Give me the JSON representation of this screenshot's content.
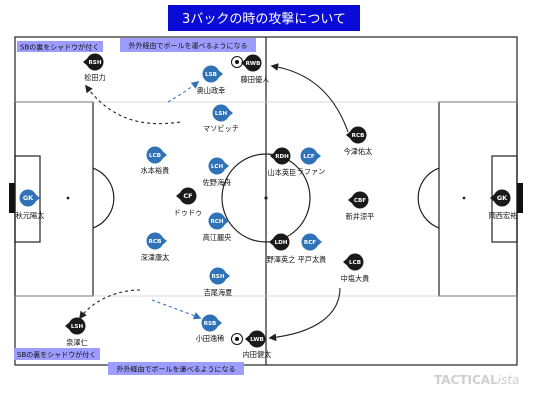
{
  "title": "3バックの時の攻撃について",
  "notes": {
    "sb_shadow_top": "SBの裏をシャドウが付く",
    "sb_shadow_bottom": "SBの裏をシャドウが付く",
    "ball_carry_top": "外外経由でボールを運べるようになる",
    "ball_carry_bottom": "外外経由でボールを運べるようになる"
  },
  "watermark": {
    "main": "TACTICAL",
    "suffix": "ista"
  },
  "colors": {
    "blue_team": "#2f72b8",
    "black_team": "#1a1a1a",
    "pitch_line": "#222222",
    "note_fill": "#9d9dff",
    "title_fill": "#0b0bd8",
    "title_text": "#ffffff",
    "arrow_blue": "#2f72b8"
  },
  "players": [
    {
      "id": "gk-blue",
      "role": "GK",
      "name": "秋元陽太",
      "team": "blue"
    },
    {
      "id": "lcb-blue",
      "role": "LCB",
      "name": "水本裕貴",
      "team": "blue"
    },
    {
      "id": "rcb-blue",
      "role": "RCB",
      "name": "深津康太",
      "team": "blue"
    },
    {
      "id": "cf-black",
      "role": "CF",
      "name": "ドゥドゥ",
      "team": "black"
    },
    {
      "id": "lch-blue",
      "role": "LCH",
      "name": "佐野海舟",
      "team": "blue"
    },
    {
      "id": "rch-blue",
      "role": "RCH",
      "name": "高江麗央",
      "team": "blue"
    },
    {
      "id": "lsb-blue",
      "role": "LSB",
      "name": "奥山政幸",
      "team": "blue"
    },
    {
      "id": "lsh-blue",
      "role": "LSH",
      "name": "マソビッチ",
      "team": "blue"
    },
    {
      "id": "rsh-blue",
      "role": "RSH",
      "name": "吉尾海夏",
      "team": "blue"
    },
    {
      "id": "rsb-blue",
      "role": "RSB",
      "name": "小田逸稀",
      "team": "blue"
    },
    {
      "id": "rsh-black",
      "role": "RSH",
      "name": "松田力",
      "team": "black"
    },
    {
      "id": "lsh-black",
      "role": "LSH",
      "name": "泉澤仁",
      "team": "black"
    },
    {
      "id": "rwb-black",
      "role": "RWB",
      "name": "藤田優人",
      "team": "black"
    },
    {
      "id": "lwb-black",
      "role": "LWB",
      "name": "内田健太",
      "team": "black"
    },
    {
      "id": "rdh-black",
      "role": "RDH",
      "name": "山本英臣",
      "team": "black"
    },
    {
      "id": "ldh-black",
      "role": "LDH",
      "name": "野澤英之",
      "team": "black"
    },
    {
      "id": "lcf-blue",
      "role": "LCF",
      "name": "ラファン",
      "team": "blue"
    },
    {
      "id": "rcf-blue",
      "role": "RCF",
      "name": "平戸太貴",
      "team": "blue"
    },
    {
      "id": "rcb-black",
      "role": "RCB",
      "name": "今津佑太",
      "team": "black"
    },
    {
      "id": "cbf-black",
      "role": "CBF",
      "name": "新井涼平",
      "team": "black"
    },
    {
      "id": "lcb-black",
      "role": "LCB",
      "name": "中塩大貴",
      "team": "black"
    },
    {
      "id": "gk-black",
      "role": "GK",
      "name": "岡西宏祐",
      "team": "black"
    }
  ]
}
